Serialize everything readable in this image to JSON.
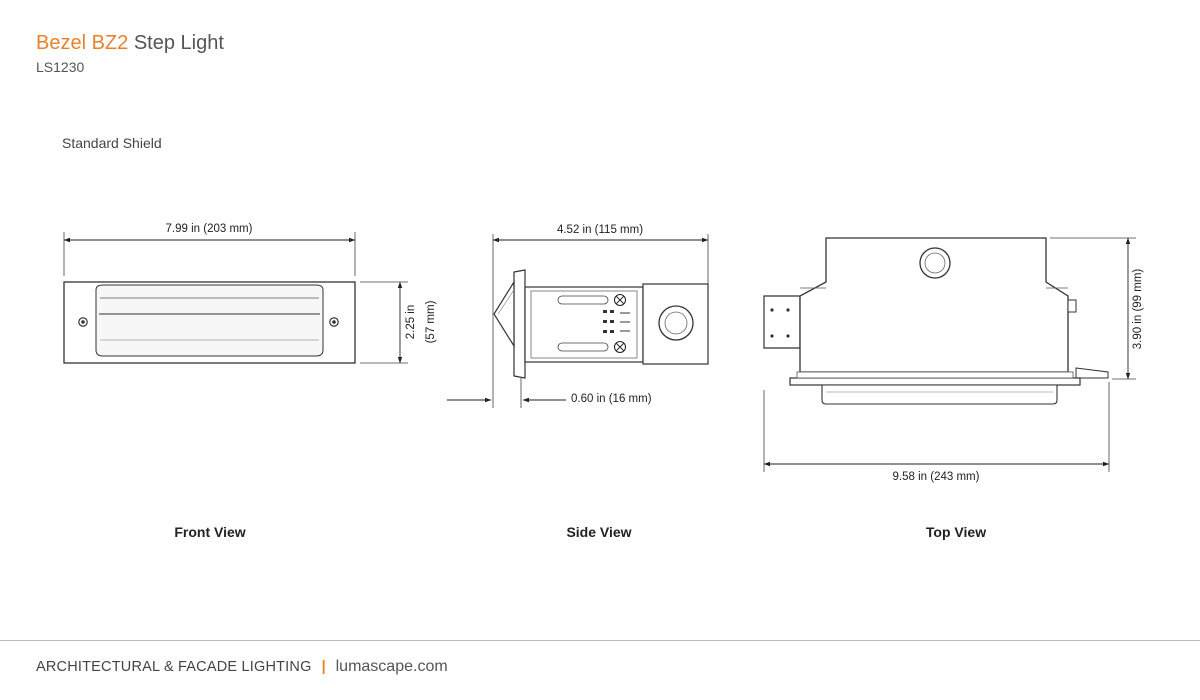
{
  "header": {
    "brand": "Bezel BZ2",
    "product": "Step Light",
    "model": "LS1230"
  },
  "variant": "Standard Shield",
  "views": {
    "front": {
      "label": "Front View",
      "width_dim": "7.99 in (203 mm)",
      "height_dim_line1": "2.25 in",
      "height_dim_line2": "(57 mm)"
    },
    "side": {
      "label": "Side View",
      "length_dim": "4.52 in (115 mm)",
      "flange_dim": "0.60 in (16 mm)"
    },
    "top": {
      "label": "Top View",
      "width_dim": "9.58 in (243 mm)",
      "height_dim": "3.90 in (99 mm)"
    }
  },
  "footer": {
    "company": "ARCHITECTURAL & FACADE LIGHTING",
    "separator": "|",
    "website": "lumascape.com"
  },
  "colors": {
    "accent": "#E8822A",
    "line": "#333333",
    "text": "#333333"
  }
}
